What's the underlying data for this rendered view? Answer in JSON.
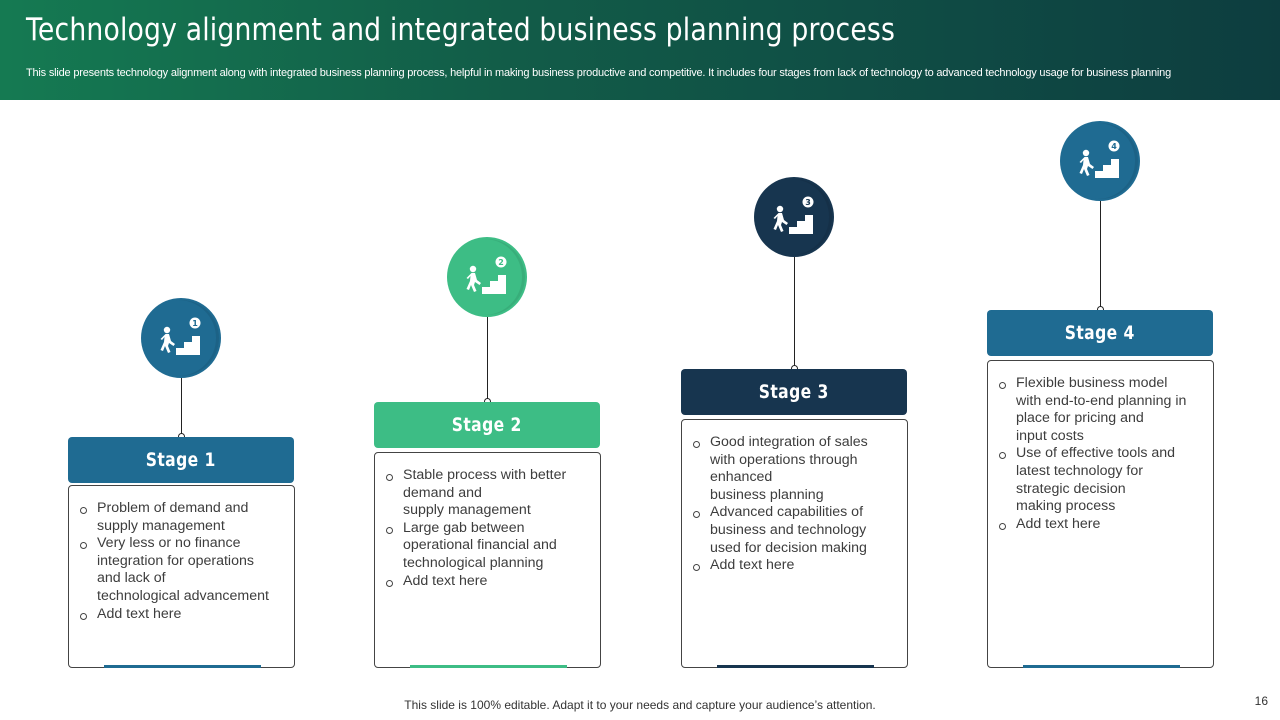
{
  "header": {
    "title": "Technology alignment and integrated business planning process",
    "subtitle": "This slide presents technology alignment along with integrated business planning process, helpful in making business productive and competitive. It includes four stages from lack of technology to advanced technology usage for business planning"
  },
  "stages": [
    {
      "label": "Stage 1",
      "number": "1",
      "color": "#1f6b92",
      "icon": "stairs-climber-icon",
      "bullets": [
        [
          "Problem of demand and",
          "supply management"
        ],
        [
          "Very less or no finance",
          "integration for operations",
          "and lack of",
          "technological advancement"
        ],
        [
          "Add text here"
        ]
      ]
    },
    {
      "label": "Stage 2",
      "number": "2",
      "color": "#3dbd85",
      "icon": "stairs-climber-icon",
      "bullets": [
        [
          "Stable process with better",
          "demand and",
          "supply management"
        ],
        [
          "Large gab between",
          "operational financial and",
          "technological  planning"
        ],
        [
          "Add text here"
        ]
      ]
    },
    {
      "label": "Stage 3",
      "number": "3",
      "color": "#17354f",
      "icon": "stairs-climber-icon",
      "bullets": [
        [
          "Good integration of sales",
          "with operations through",
          "enhanced",
          "business planning"
        ],
        [
          "Advanced capabilities of",
          "business and technology",
          "used for decision making"
        ],
        [
          "Add text here"
        ]
      ]
    },
    {
      "label": "Stage 4",
      "number": "4",
      "color": "#1f6b92",
      "icon": "stairs-climber-icon",
      "bullets": [
        [
          "Flexible business model",
          "with end-to-end planning in",
          "place for pricing and",
          "input costs"
        ],
        [
          "Use of effective tools and",
          "latest technology for",
          "strategic decision",
          "making process"
        ],
        [
          "Add text here"
        ]
      ]
    }
  ],
  "footer": {
    "note": "This slide is 100% editable. Adapt it to your needs and capture your audience’s attention.",
    "page_number": "16"
  }
}
